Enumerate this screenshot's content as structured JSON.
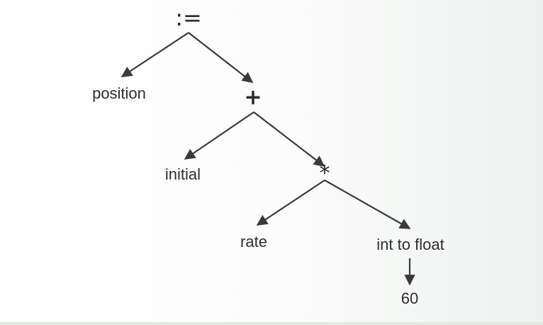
{
  "diagram": {
    "nodes": {
      "assign": ":=",
      "position": "position",
      "plus": "+",
      "initial": "initial",
      "times": "*",
      "rate": "rate",
      "inttofloat": "int to float",
      "sixty": "60"
    }
  }
}
